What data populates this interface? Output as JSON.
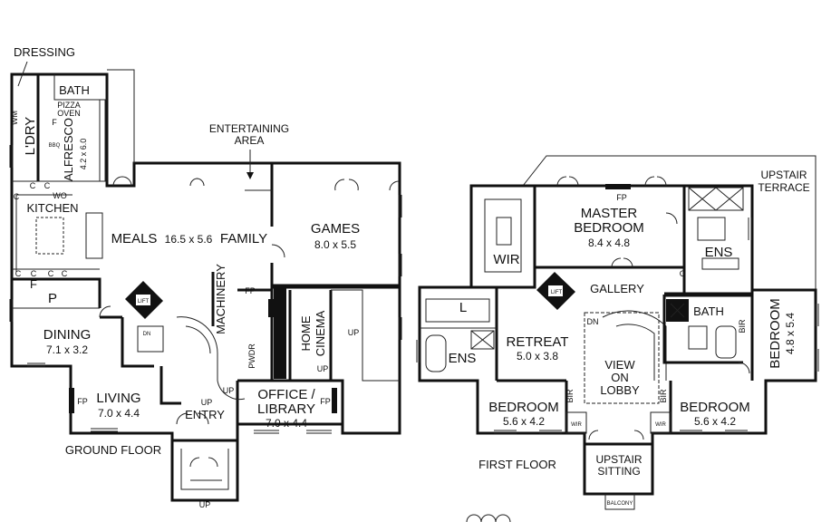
{
  "ground_floor": {
    "title": "GROUND FLOOR",
    "dressing": "DRESSING",
    "bath": "BATH",
    "pizza": "PIZZA",
    "oven": "OVEN",
    "wm": "WM",
    "ldry": "L'DRY",
    "alfresco": "ALFRESCO",
    "alfresco_size": "4.2 x 6.0",
    "f": "F",
    "bbq": "BBQ",
    "c": "C",
    "wo": "WO",
    "kitchen": "KITCHEN",
    "p": "P",
    "entertaining": "ENTERTAINING",
    "area": "AREA",
    "meals": "MEALS",
    "meals_size": "16.5 x 5.6",
    "family": "FAMILY",
    "games": "GAMES",
    "games_size": "8.0 x 5.5",
    "machinery": "MACHINERY",
    "fp": "FP",
    "lift": "LIFT",
    "dn": "DN",
    "home": "HOME",
    "cinema": "CINEMA",
    "up": "UP",
    "pwdr": "PWDR",
    "dining": "DINING",
    "dining_size": "7.1 x 3.2",
    "living": "LIVING",
    "living_size": "7.0 x 4.4",
    "entry": "ENTRY",
    "office": "OFFICE /",
    "library": "LIBRARY",
    "office_size": "7.0 x 4.4"
  },
  "first_floor": {
    "title": "FIRST FLOOR",
    "upstair_terrace_1": "UPSTAIR",
    "upstair_terrace_2": "TERRACE",
    "fp": "FP",
    "master": "MASTER",
    "bedroom": "BEDROOM",
    "master_size": "8.4 x 4.8",
    "wir": "WIR",
    "ens": "ENS",
    "c": "C",
    "gallery": "GALLERY",
    "l": "L",
    "lift": "LIFT",
    "dn": "DN",
    "bath": "BATH",
    "bir": "BIR",
    "retreat": "RETREAT",
    "retreat_size": "5.0 x 3.8",
    "view": "VIEW",
    "on": "ON",
    "lobby": "LOBBY",
    "bedroom_right_size": "4.8 x 5.4",
    "bedroom_left_size": "5.6 x 4.2",
    "bedroom_mid_size": "5.6 x 4.2",
    "upstair_sitting_1": "UPSTAIR",
    "upstair_sitting_2": "SITTING",
    "balcony": "BALCONY"
  }
}
